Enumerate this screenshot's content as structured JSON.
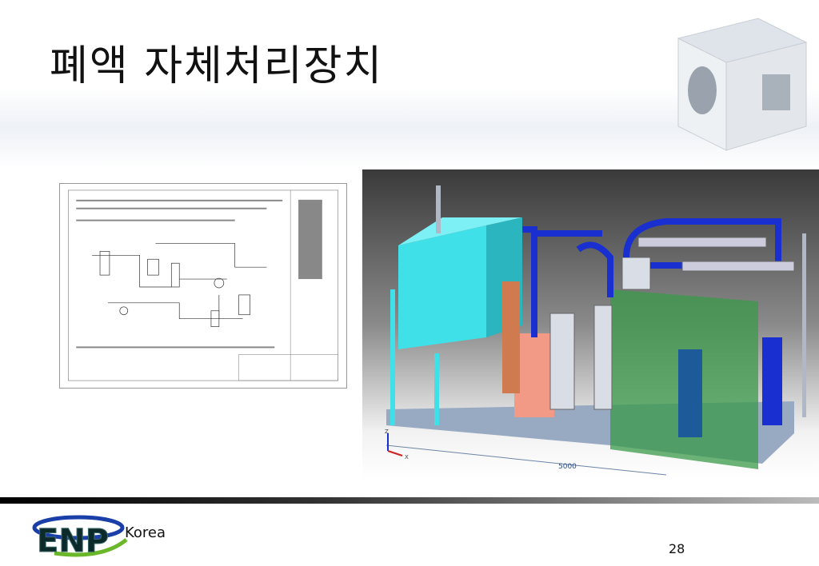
{
  "slide": {
    "title": "폐액 자체처리장치",
    "page_number": "28",
    "logo_text": "ENPKorea",
    "cad_view": {
      "dimension_label": "5000",
      "axis_labels": [
        "Z",
        "X"
      ]
    },
    "colors": {
      "tank": "#3fe0e8",
      "heater": "#f39a86",
      "pipe_blue": "#1a2fd0",
      "containment": "#3a9a4a"
    }
  }
}
